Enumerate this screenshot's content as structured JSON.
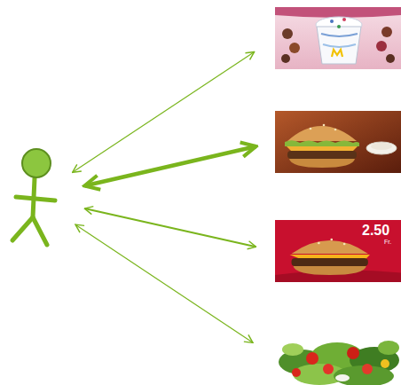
{
  "diagram": {
    "nodes": [
      {
        "text": []
      },
      {
        "text": []
      },
      {
        "text": []
      },
      {
        "text": [
          "2.50",
          "Fr."
        ]
      },
      {
        "text": []
      }
    ],
    "edges": [
      {
        "from": 0,
        "to": 1,
        "arrow": "both"
      },
      {
        "from": 0,
        "to": 2,
        "arrow": "both"
      },
      {
        "from": 0,
        "to": 3,
        "arrow": "both"
      },
      {
        "from": 0,
        "to": 4,
        "arrow": "both"
      }
    ]
  }
}
